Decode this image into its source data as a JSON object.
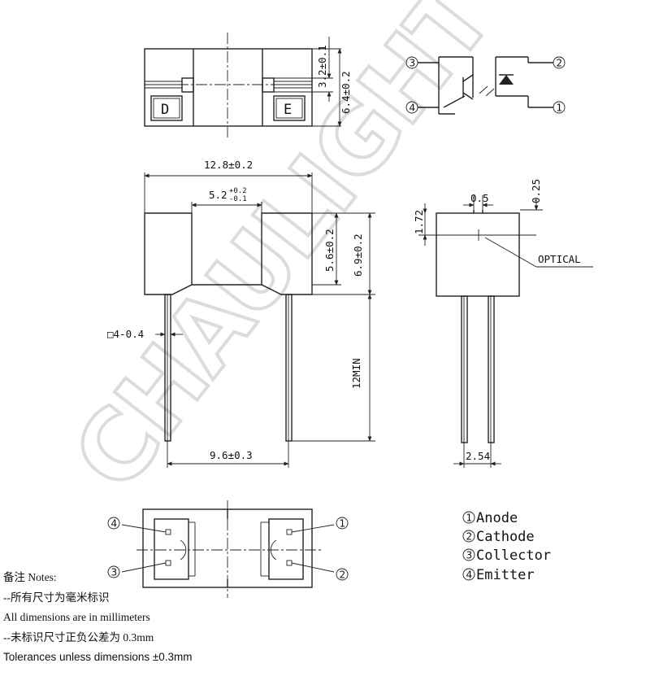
{
  "watermark": "CHAULIGHT",
  "top_view": {
    "letter_left": "D",
    "letter_right": "E",
    "dim_slot": "3.2±0.1",
    "dim_height": "6.4±0.2"
  },
  "front_view": {
    "dim_width": "12.8±0.2",
    "dim_slot": "5.2",
    "dim_slot_tol_upper": "+0.2",
    "dim_slot_tol_lower": "-0.1",
    "dim_body_height": "5.6±0.2",
    "dim_total_height": "6.9±0.2",
    "dim_lead": "□4-0.4",
    "dim_lead_length": "12MIN",
    "dim_pitch": "9.6±0.3"
  },
  "side_view": {
    "dim_aperture": "0.5",
    "dim_offset": "0.25",
    "dim_center": "1.72",
    "optical_label": "OPTICAL",
    "dim_pitch": "2.54"
  },
  "schematic": {
    "pin3": "3",
    "pin4": "4",
    "pin2": "2",
    "pin1": "1"
  },
  "bottom_view": {
    "pin4": "4",
    "pin3": "3",
    "pin1": "1",
    "pin2": "2"
  },
  "legend": [
    {
      "num": "1",
      "label": "Anode"
    },
    {
      "num": "2",
      "label": "Cathode"
    },
    {
      "num": "3",
      "label": "Collector"
    },
    {
      "num": "4",
      "label": "Emitter"
    }
  ],
  "notes": {
    "title": "备注 Notes:",
    "line1_cn": "--所有尺寸为毫米标识",
    "line1_en": "All dimensions are in millimeters",
    "line2_cn": "--未标识尺寸正负公差为 0.3mm",
    "line2_en": "Tolerances unless dimensions ±0.3mm"
  }
}
